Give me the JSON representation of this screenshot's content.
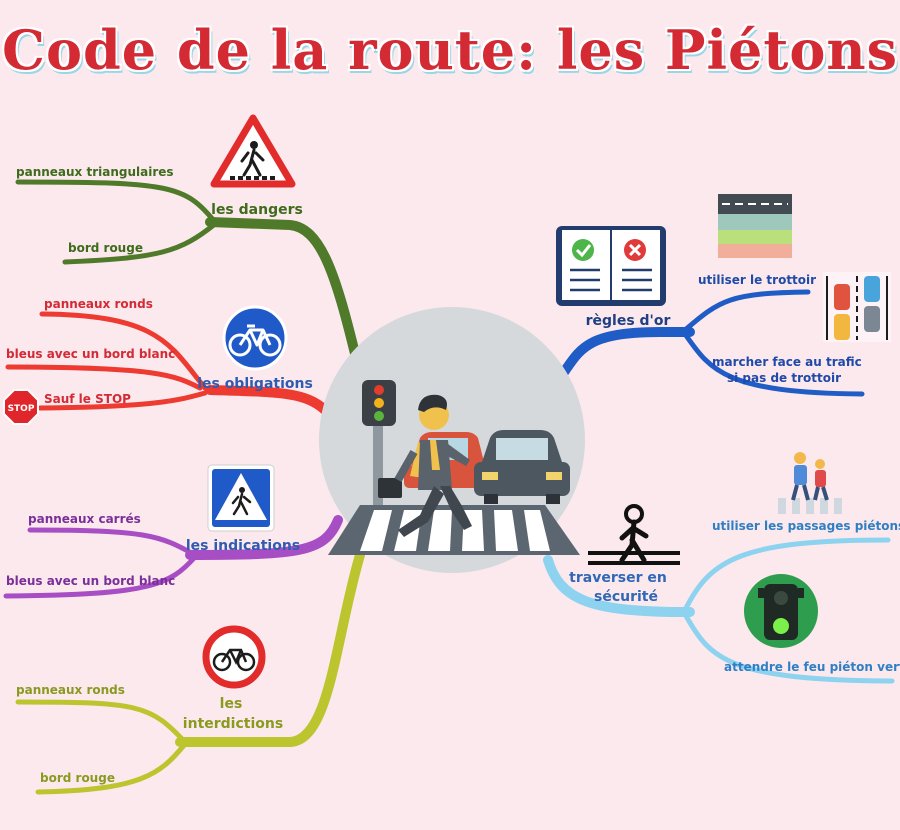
{
  "title": "Code de la route: les Piétons",
  "branches": {
    "dangers": {
      "label": "les dangers",
      "color": "#4f7a2a",
      "leaves": [
        "panneaux triangulaires",
        "bord rouge"
      ]
    },
    "obligations": {
      "label": "les obligations",
      "color": "#ee3b31",
      "leaves": [
        "panneaux ronds",
        "bleus avec un bord blanc",
        "Sauf le STOP"
      ],
      "stop_sign": "STOP"
    },
    "indications": {
      "label": "les indications",
      "color": "#a84ec4",
      "leaves": [
        "panneaux carrés",
        "bleus avec un bord blanc"
      ]
    },
    "interdictions": {
      "label_line1": "les",
      "label_line2": "interdictions",
      "color": "#bcc42e",
      "leaves": [
        "panneaux ronds",
        "bord rouge"
      ]
    },
    "regles": {
      "label": "règles d'or",
      "color": "#1f5cc5",
      "leaves": [
        "utiliser le trottoir",
        "marcher face au trafic",
        "si pas de trottoir"
      ]
    },
    "securite": {
      "label_line1": "traverser en",
      "label_line2": "sécurité",
      "color": "#8dd3ef",
      "leaves": [
        "utiliser les passages piétons",
        "attendre le feu piéton vert"
      ]
    }
  },
  "colors": {
    "background": "#fce9ee",
    "title": "#d42a34",
    "center_circle": "#d6d9dc"
  }
}
